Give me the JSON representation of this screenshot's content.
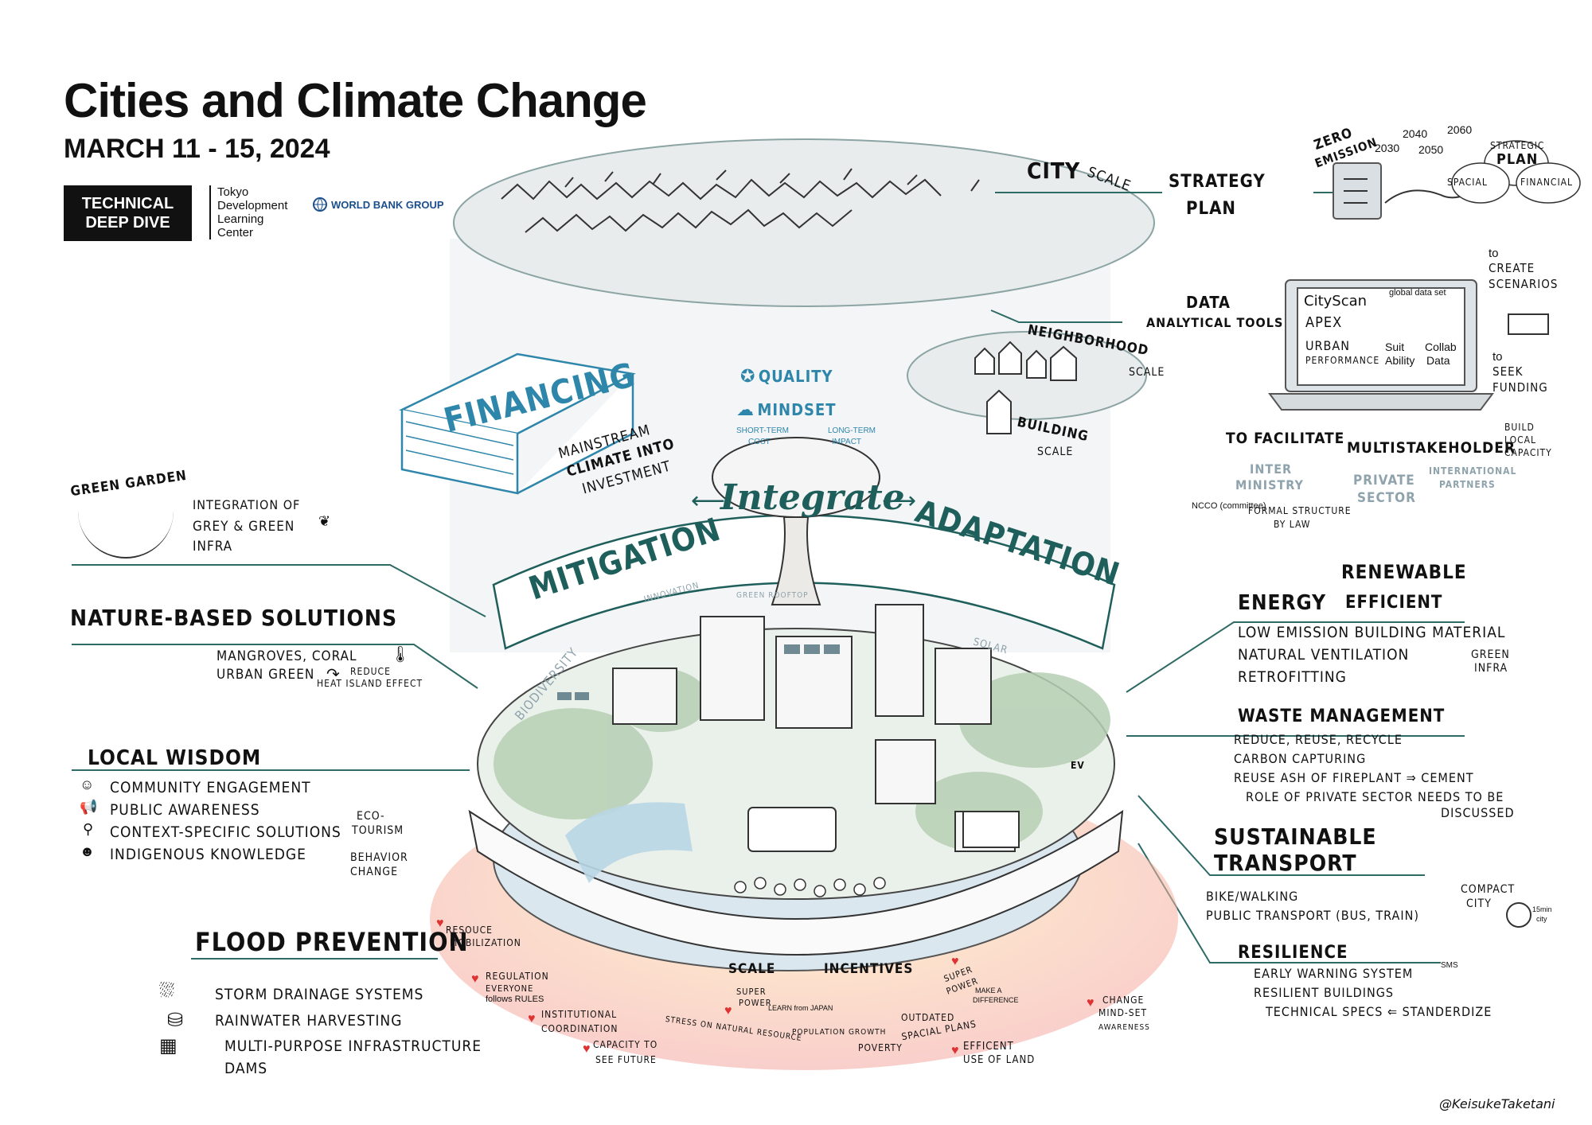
{
  "header": {
    "title": "Cities and Climate Change",
    "date": "MARCH 11 - 15, 2024",
    "badge_line1": "TECHNICAL",
    "badge_line2": "DEEP DIVE",
    "tdlc_lines": [
      "Tokyo",
      "Development",
      "Learning",
      "Center"
    ],
    "wbg_label": "WORLD BANK GROUP"
  },
  "scales": {
    "city": "CITY",
    "city_scale": "SCALE",
    "neighborhood": "NEIGHBORHOOD",
    "neighborhood_scale": "SCALE",
    "building": "BUILDING",
    "building_scale": "SCALE"
  },
  "strategy": {
    "label1": "STRATEGY",
    "label2": "PLAN",
    "zero": "ZERO",
    "emission": "EMISSION",
    "years": [
      "2030",
      "2040",
      "2050",
      "2060"
    ],
    "strategic": "STRATEGIC",
    "plan": "PLAN",
    "spacial": "SPACIAL",
    "financial": "FINANCIAL"
  },
  "data_tools": {
    "label1": "DATA",
    "label2": "ANALYTICAL TOOLS",
    "cityscan": "CityScan",
    "apex": "APEX",
    "urban": "URBAN",
    "performance": "PERFORMANCE",
    "global": "global data set",
    "suit": "Suit",
    "ability": "Ability",
    "collab": "Collab",
    "collab_data": "Data",
    "to_create": "to",
    "create": "CREATE",
    "scenarios": "SCENARIOS",
    "to_seek": "to",
    "seek": "SEEK",
    "funding": "FUNDING",
    "build1": "BUILD",
    "build2": "LOCAL",
    "build3": "CAPACITY"
  },
  "stakeholder": {
    "to_facilitate": "to FACILITATE",
    "multi": "MULTISTAKEHOLDER",
    "inter": "INTER",
    "ministry": "MINISTRY",
    "private": "PRIVATE",
    "sector": "SECTOR",
    "international": "INTERNATIONAL",
    "partners": "PARTNERS",
    "ncc": "NCCO (committee)",
    "formal1": "FORMAL STRUCTURE",
    "formal2": "by LAW"
  },
  "center": {
    "financing": "FINANCING",
    "mainstream1": "MAINSTREAM",
    "mainstream2": "CLIMATE into",
    "mainstream3": "INVESTMENT",
    "quality": "QUALITY",
    "mindset": "MINDSET",
    "short_term": "SHORT-TERM",
    "cost": "COST",
    "long_term": "LONG-TERM",
    "impact": "IMPACT",
    "mitigation": "MITIGATION",
    "integrate": "Integrate",
    "adaptation": "ADAPTATION",
    "innovation": "INNOVATION",
    "green_rooftop": "GREEN ROOFTOP",
    "solar": "SOLAR",
    "biodiversity": "BIODIVERSITY",
    "scale": "SCALE",
    "incentives": "INCENTIVES",
    "ev": "EV"
  },
  "left": {
    "green_garden": "GREEN GARDEN",
    "integration1": "INTEGRATION of",
    "integration2": "GREY & GREEN",
    "integration3": "INFRA",
    "nbs_head": "NATURE-BASED SOLUTIONS",
    "mangroves": "MANGROVES, CORAL",
    "urban_green": "URBAN GREEN",
    "reduce1": "REDUCE",
    "reduce2": "HEAT ISLAND EFFECT",
    "lw_head": "LOCAL WISDOM",
    "lw_items": [
      "COMMUNITY ENGAGEMENT",
      "PUBLIC AWARENESS",
      "CONTEXT-SPECIFIC SOLUTIONS",
      "INDIGENOUS KNOWLEDGE"
    ],
    "eco1": "ECO-",
    "eco2": "TOURISM",
    "behavior1": "BEHAVIOR",
    "behavior2": "CHANGE",
    "flood_head": "FLOOD PREVENTION",
    "flood_items": [
      "STORM DRAINAGE SYSTEMS",
      "RAINWATER HARVESTING",
      "MULTI-PURPOSE INFRASTRUCTURE",
      "DAMS"
    ]
  },
  "right": {
    "energy": "ENERGY",
    "renewable": "RENEWABLE",
    "efficient": "EFFICIENT",
    "energy_items": [
      "LOW EMISSION BUILDING MATERIAL",
      "NATURAL VENTILATION",
      "RETROFITTING"
    ],
    "green_infra1": "GREEN",
    "green_infra2": "INFRA",
    "waste_head": "WASTE MANAGEMENT",
    "waste_items": [
      "REDUCE, REUSE, RECYCLE",
      "CARBON CAPTURING",
      "REUSE ASH of FIREPLANT ⇒ CEMENT"
    ],
    "waste_note1": "ROLE of PRIVATE SECTOR NEEDS to be",
    "waste_note2": "DISCUSSED",
    "transport1": "SUSTAINABLE",
    "transport2": "TRANSPORT",
    "transport_items": [
      "BIKE/WALKING",
      "PUBLIC TRANSPORT (BUS, TRAIN)"
    ],
    "compact1": "COMPACT",
    "compact2": "CITY",
    "fifteen1": "15min",
    "fifteen2": "city",
    "resilience_head": "RESILIENCE",
    "resilience_items": [
      "EARLY WARNING SYSTEM",
      "RESILIENT BUILDINGS",
      "TECHNICAL SPECS ⇐ STANDERDIZE"
    ],
    "sms": "SMS"
  },
  "barriers": {
    "resource1": "RESOUCE",
    "resource2": "MOBILIZATION",
    "regulation1": "REGULATION",
    "regulation2": "EVERYONE",
    "regulation3": "follows RULES",
    "institutional1": "INSTITUTIONAL",
    "institutional2": "COORDINATION",
    "capacity1": "CAPACITY to",
    "capacity2": "SEE FUTURE",
    "stress": "STRESS on NATURAL RESOURCE",
    "super1": "SUPER",
    "super2": "POWER",
    "super_note": "LEARN from JAPAN",
    "population": "POPULATION GROWTH",
    "poverty": "POVERTY",
    "outdated1": "OUTDATED",
    "outdated2": "SPACIAL PLANS",
    "super3": "SUPER",
    "super4": "POWER",
    "super5": "MAKE A",
    "super6": "DIFFERENCE",
    "efficient1": "EFFICENT",
    "efficient2": "USE of LAND",
    "change1": "CHANGE",
    "change2": "MIND-SET",
    "change3": "AWARENESS"
  },
  "credit": "@KeisukeTaketani"
}
